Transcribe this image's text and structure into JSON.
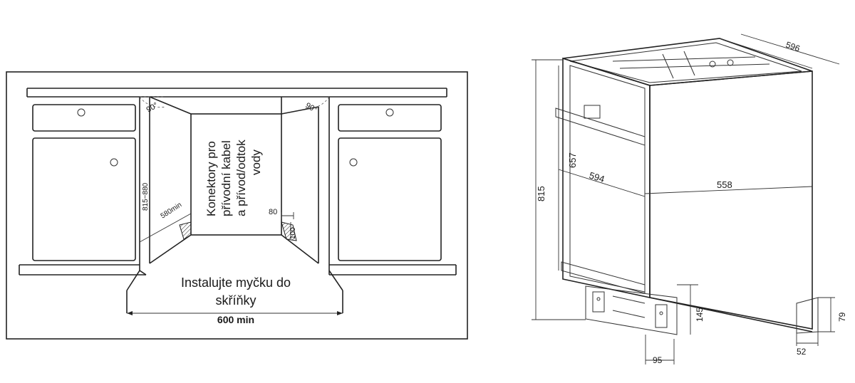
{
  "installation_view": {
    "connector_label_lines": [
      "Konektory pro",
      "přívodní kabel",
      "a přívod/odtok",
      "vody"
    ],
    "install_label_lines": [
      "Instalujte myčku do",
      "skříňky"
    ],
    "width_min": "600 min",
    "height_range": "815~880",
    "depth_min": "580min",
    "angle_left": "90°",
    "angle_right": "90°",
    "connector_width": "80",
    "connector_height": "100"
  },
  "appliance_view": {
    "dim_width_top": "596",
    "dim_height_total": "815",
    "dim_front_height": "657",
    "dim_front_width": "594",
    "dim_depth": "558",
    "dim_plinth_height": "145",
    "dim_foot_offset": "95",
    "dim_rear_height": "79",
    "dim_rear_depth": "52"
  }
}
